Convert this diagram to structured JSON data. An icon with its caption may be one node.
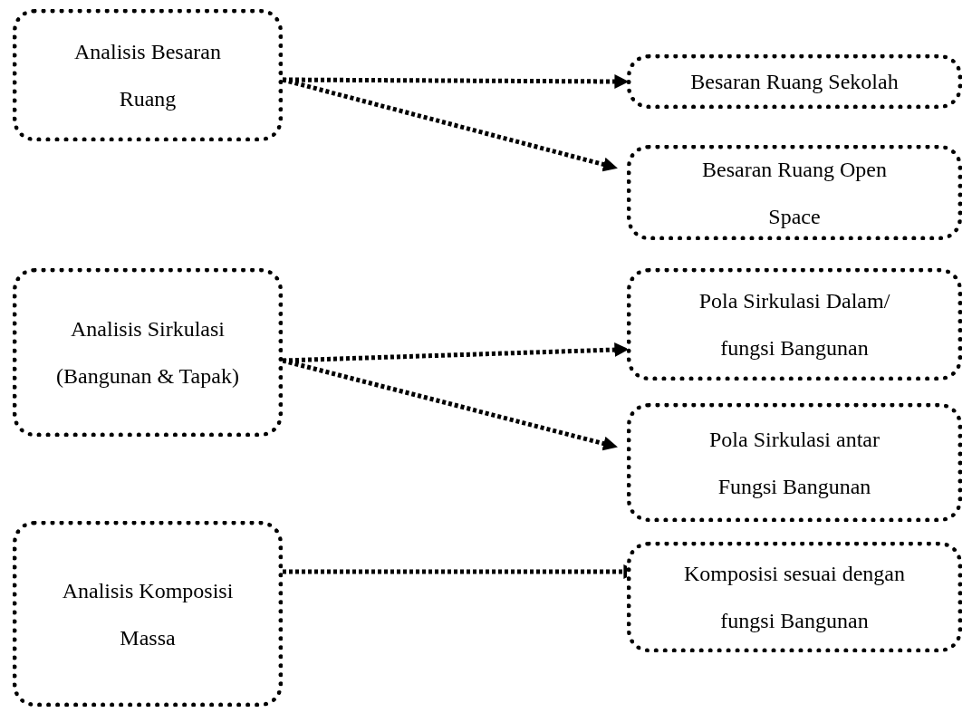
{
  "diagram": {
    "nodes": [
      {
        "text": [
          "Analisis Besaran Ruang"
        ]
      },
      {
        "text": [
          "Besaran Ruang Sekolah"
        ]
      },
      {
        "text": [
          "Besaran Ruang Open Space"
        ]
      },
      {
        "text": [
          "Analisis Sirkulasi (Bangunan & Tapak)"
        ]
      },
      {
        "text": [
          "Pola Sirkulasi Dalam/ fungsi Bangunan"
        ]
      },
      {
        "text": [
          "Pola Sirkulasi antar Fungsi Bangunan"
        ]
      },
      {
        "text": [
          "Analisis Komposisi Massa"
        ]
      },
      {
        "text": [
          "Komposisi sesuai dengan fungsi Bangunan"
        ]
      }
    ],
    "edges": [
      {
        "from": 0,
        "to": 1,
        "arrow": "to",
        "style": "dashed"
      },
      {
        "from": 0,
        "to": 2,
        "arrow": "to",
        "style": "dashed"
      },
      {
        "from": 3,
        "to": 4,
        "arrow": "to",
        "style": "dashed"
      },
      {
        "from": 3,
        "to": 5,
        "arrow": "to",
        "style": "dashed"
      },
      {
        "from": 6,
        "to": 7,
        "arrow": "to",
        "style": "dashed"
      }
    ]
  }
}
